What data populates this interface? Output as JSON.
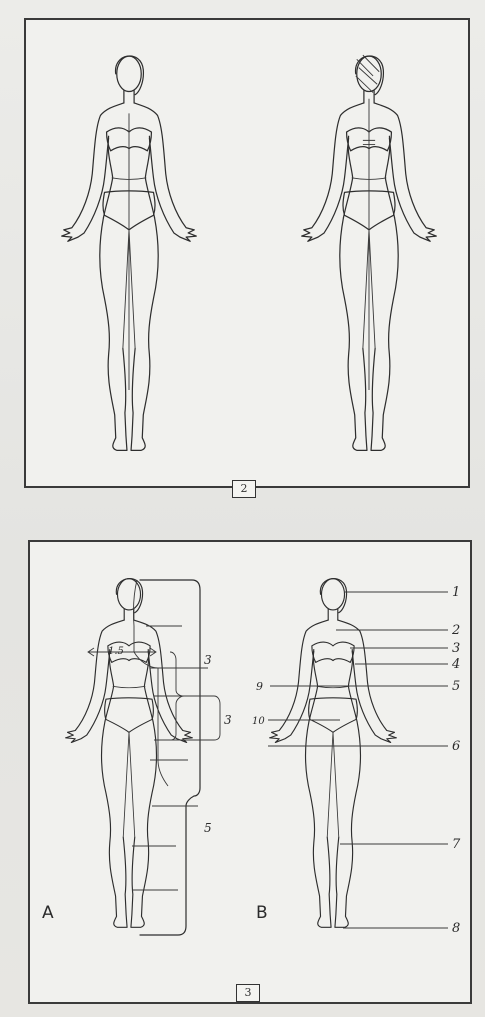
{
  "figure_numbers": [
    "2",
    "3"
  ],
  "panel_b_labels": [
    "1",
    "2",
    "3",
    "4",
    "5",
    "6",
    "7",
    "8"
  ],
  "panel_b_left_labels": [
    "9",
    "10"
  ],
  "panel_a_brackets": [
    "3",
    "3",
    "5"
  ],
  "panel_a_neck_mark": "1.5",
  "panel_captions": [
    "A",
    "B"
  ]
}
